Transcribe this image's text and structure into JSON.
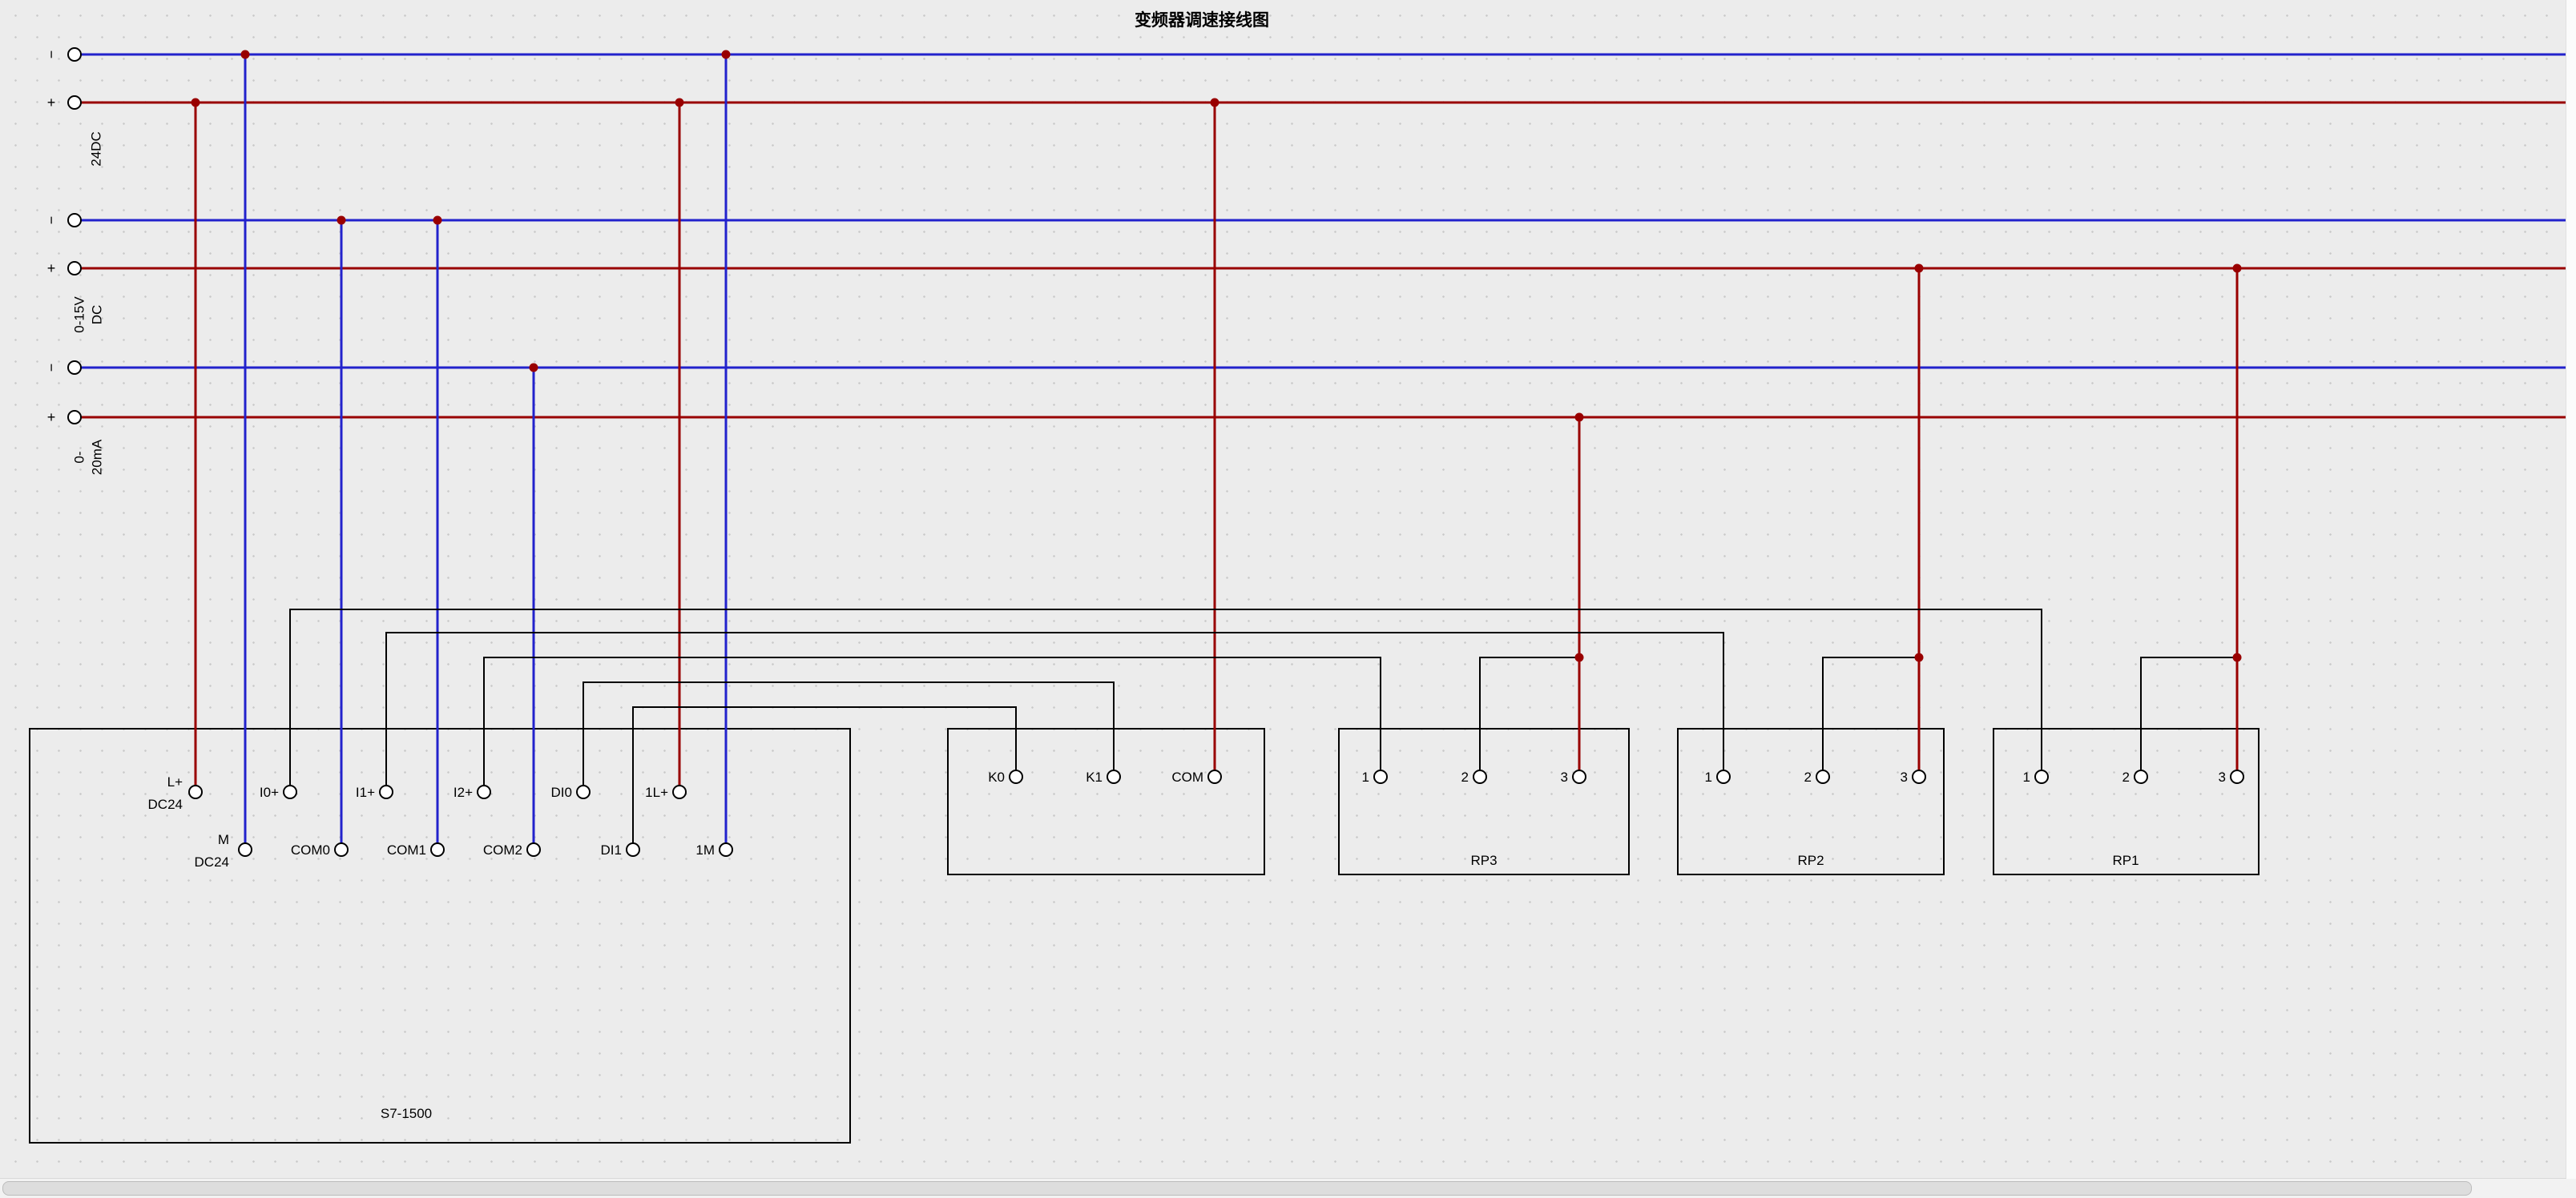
{
  "title": "变频器调速接线图",
  "colors": {
    "negative_bus": "#2222cc",
    "positive_bus": "#990000",
    "signal_wire": "#000000",
    "junction_dot": "#990000",
    "canvas_background": "#ececec"
  },
  "rails": {
    "minus": "−",
    "plus": "+",
    "groups": [
      [
        "24DC"
      ],
      [
        "0-15V",
        "DC"
      ],
      [
        "0-",
        "20mA"
      ]
    ]
  },
  "s7": {
    "name": "S7-1500",
    "row1": {
      "lplus": "L+",
      "lplus_sub": "DC24",
      "i0": "I0+",
      "i1": "I1+",
      "i2": "I2+",
      "di0": "DI0",
      "l1": "1L+"
    },
    "row2": {
      "m": "M",
      "m_sub": "DC24",
      "com0": "COM0",
      "com1": "COM1",
      "com2": "COM2",
      "di1": "DI1",
      "m1": "1M"
    }
  },
  "kblock": {
    "k0": "K0",
    "k1": "K1",
    "com": "COM"
  },
  "rp": [
    {
      "name": "RP3",
      "t": [
        "1",
        "2",
        "3"
      ]
    },
    {
      "name": "RP2",
      "t": [
        "1",
        "2",
        "3"
      ]
    },
    {
      "name": "RP1",
      "t": [
        "1",
        "2",
        "3"
      ]
    }
  ]
}
